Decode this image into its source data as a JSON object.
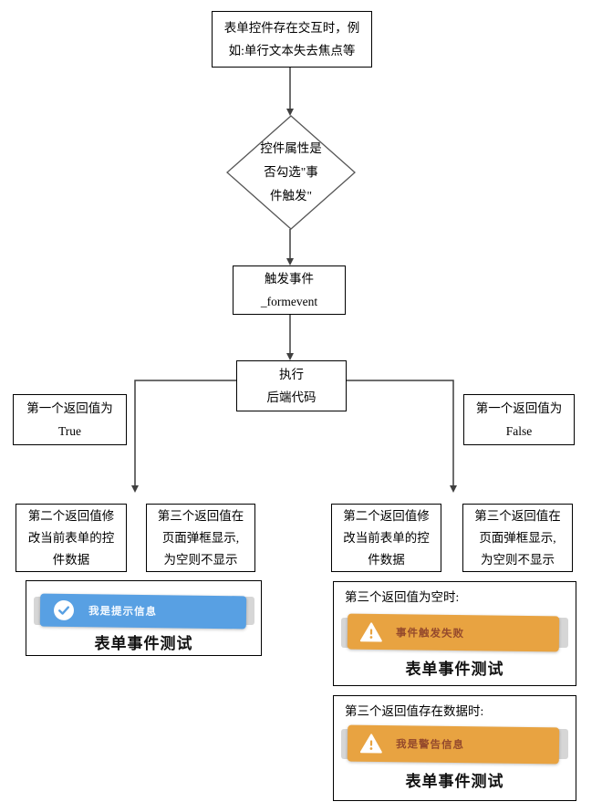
{
  "diagram": {
    "start": "表单控件存在交互时，例\n如:单行文本失去焦点等",
    "decision": "控件属性是\n否勾选\"事\n件触发\"",
    "trigger": "触发事件\n_formevent",
    "execute": "执行\n后端代码",
    "branch_true": "第一个返回值为\nTrue",
    "branch_false": "第一个返回值为\nFalse",
    "second_return_left": "第二个返回值修\n改当前表单的控\n件数据",
    "third_return_left": "第三个返回值在\n页面弹框显示,\n为空则不显示",
    "second_return_right": "第二个返回值修\n改当前表单的控\n件数据",
    "third_return_right": "第三个返回值在\n页面弹框显示,\n为空则不显示"
  },
  "previews": {
    "info": {
      "toast_text": "我是提示信息",
      "form_title": "表单事件测试"
    },
    "warning_empty": {
      "label": "第三个返回值为空时:",
      "toast_text": "事件触发失败",
      "form_title": "表单事件测试"
    },
    "warning_data": {
      "label": "第三个返回值存在数据时:",
      "toast_text": "我是警告信息",
      "form_title": "表单事件测试"
    }
  },
  "colors": {
    "info_toast": "#58a0e3",
    "warning_toast": "#e8a341",
    "warning_text": "#94492c",
    "connector": "#3f3f3f"
  },
  "icons": {
    "info": "check-circle-icon",
    "warning": "warning-triangle-icon"
  }
}
